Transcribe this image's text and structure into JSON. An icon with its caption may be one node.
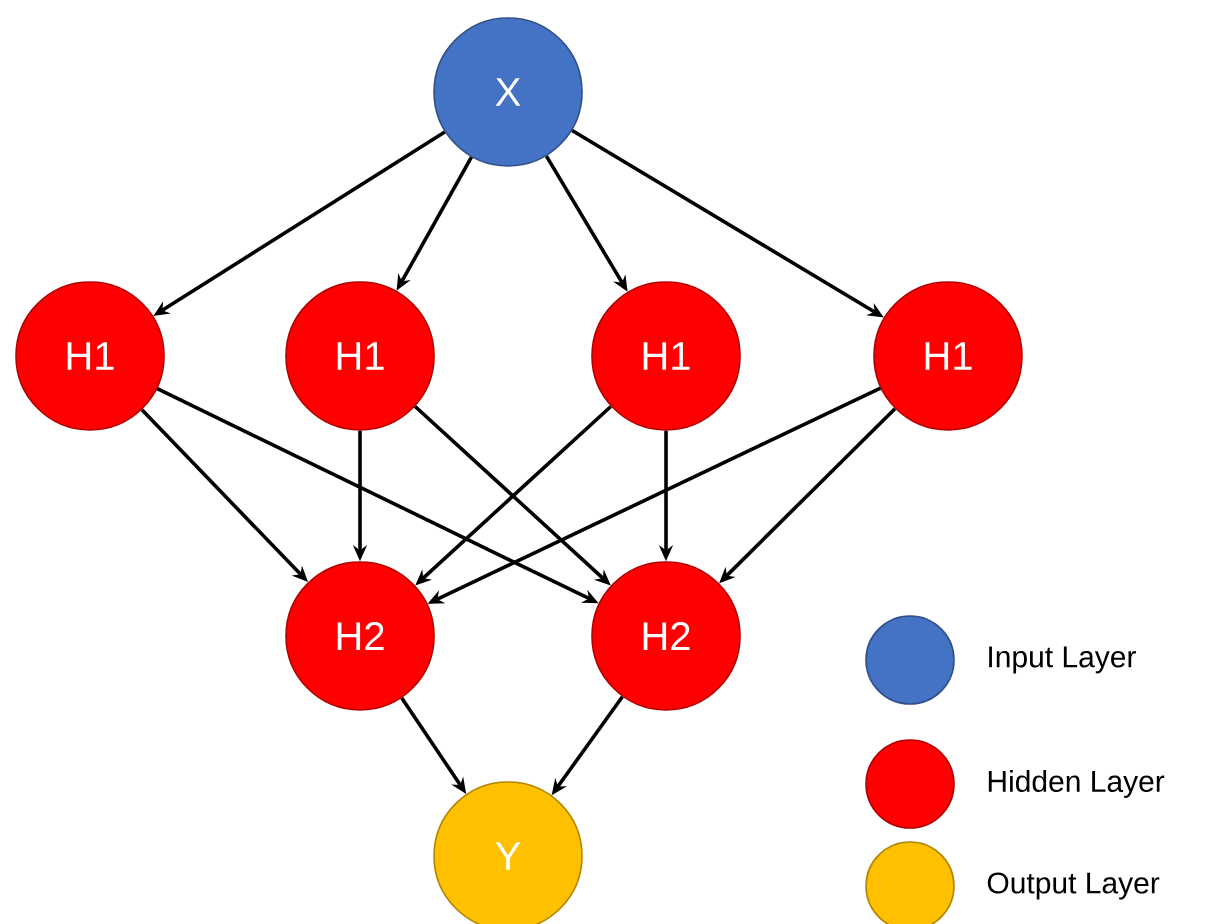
{
  "diagram": {
    "nodes": [
      {
        "text": [
          "X"
        ]
      },
      {
        "text": [
          "H1"
        ]
      },
      {
        "text": [
          "H1"
        ]
      },
      {
        "text": [
          "H1"
        ]
      },
      {
        "text": [
          "H1"
        ]
      },
      {
        "text": [
          "H2"
        ]
      },
      {
        "text": [
          "H2"
        ]
      },
      {
        "text": [
          "Y"
        ]
      }
    ],
    "edges": [
      {
        "from": 0,
        "to": 1,
        "arrow": "to"
      },
      {
        "from": 0,
        "to": 2,
        "arrow": "to"
      },
      {
        "from": 0,
        "to": 3,
        "arrow": "to"
      },
      {
        "from": 0,
        "to": 4,
        "arrow": "to"
      },
      {
        "from": 1,
        "to": 5,
        "arrow": "to"
      },
      {
        "from": 1,
        "to": 6,
        "arrow": "to"
      },
      {
        "from": 2,
        "to": 5,
        "arrow": "to"
      },
      {
        "from": 2,
        "to": 6,
        "arrow": "to"
      },
      {
        "from": 3,
        "to": 5,
        "arrow": "to"
      },
      {
        "from": 3,
        "to": 6,
        "arrow": "to"
      },
      {
        "from": 4,
        "to": 5,
        "arrow": "to"
      },
      {
        "from": 4,
        "to": 6,
        "arrow": "to"
      },
      {
        "from": 5,
        "to": 7,
        "arrow": "to"
      },
      {
        "from": 6,
        "to": 7,
        "arrow": "to"
      }
    ],
    "legend": [
      {
        "text": "Input Layer",
        "color": "#4472c4"
      },
      {
        "text": "Hidden Layer",
        "color": "#ff0000"
      },
      {
        "text": "Output Layer",
        "color": "#ffc000"
      }
    ]
  }
}
